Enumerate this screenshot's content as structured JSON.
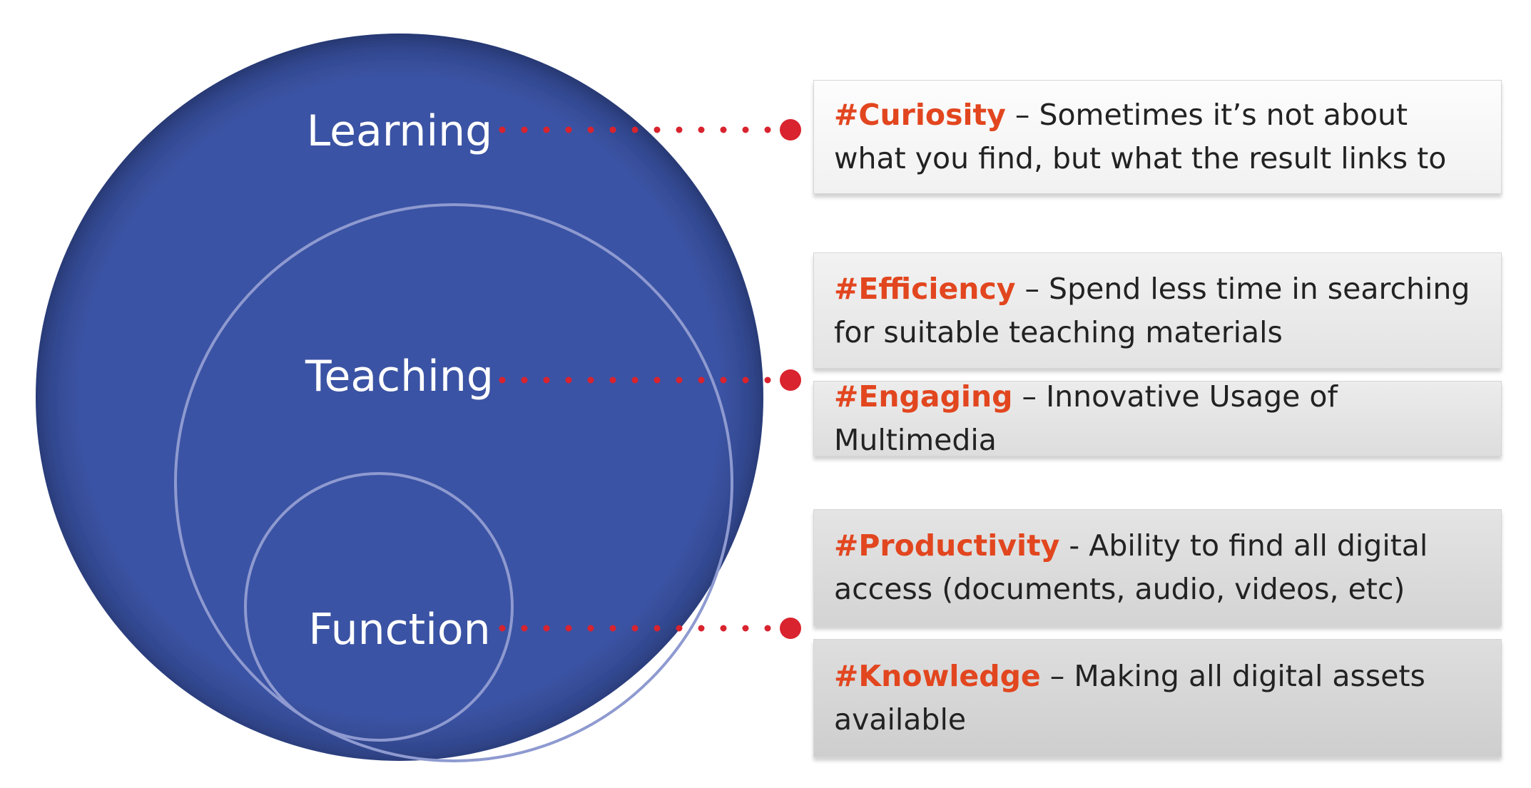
{
  "colors": {
    "circle_fill": "#3a53a4",
    "inner_ring": "#8e9ad0",
    "connector": "#d9232e",
    "tag": "#e2461f",
    "text": "#222222"
  },
  "circles": [
    {
      "label": "Learning"
    },
    {
      "label": "Teaching"
    },
    {
      "label": "Function"
    }
  ],
  "boxes": [
    {
      "tag": "#Curiosity",
      "separator": " – ",
      "text": "Sometimes it’s not about what you find, but what the result links to"
    },
    {
      "tag": "#Efficiency",
      "separator": " – ",
      "text": "Spend less time in searching for suitable teaching materials"
    },
    {
      "tag": "#Engaging",
      "separator": " – ",
      "text": "Innovative Usage of Multimedia"
    },
    {
      "tag": "#Productivity",
      "separator": " - ",
      "text": "Ability to find all digital access (documents, audio, videos, etc)"
    },
    {
      "tag": "#Knowledge",
      "separator": " – ",
      "text": "Making all digital assets available"
    }
  ]
}
